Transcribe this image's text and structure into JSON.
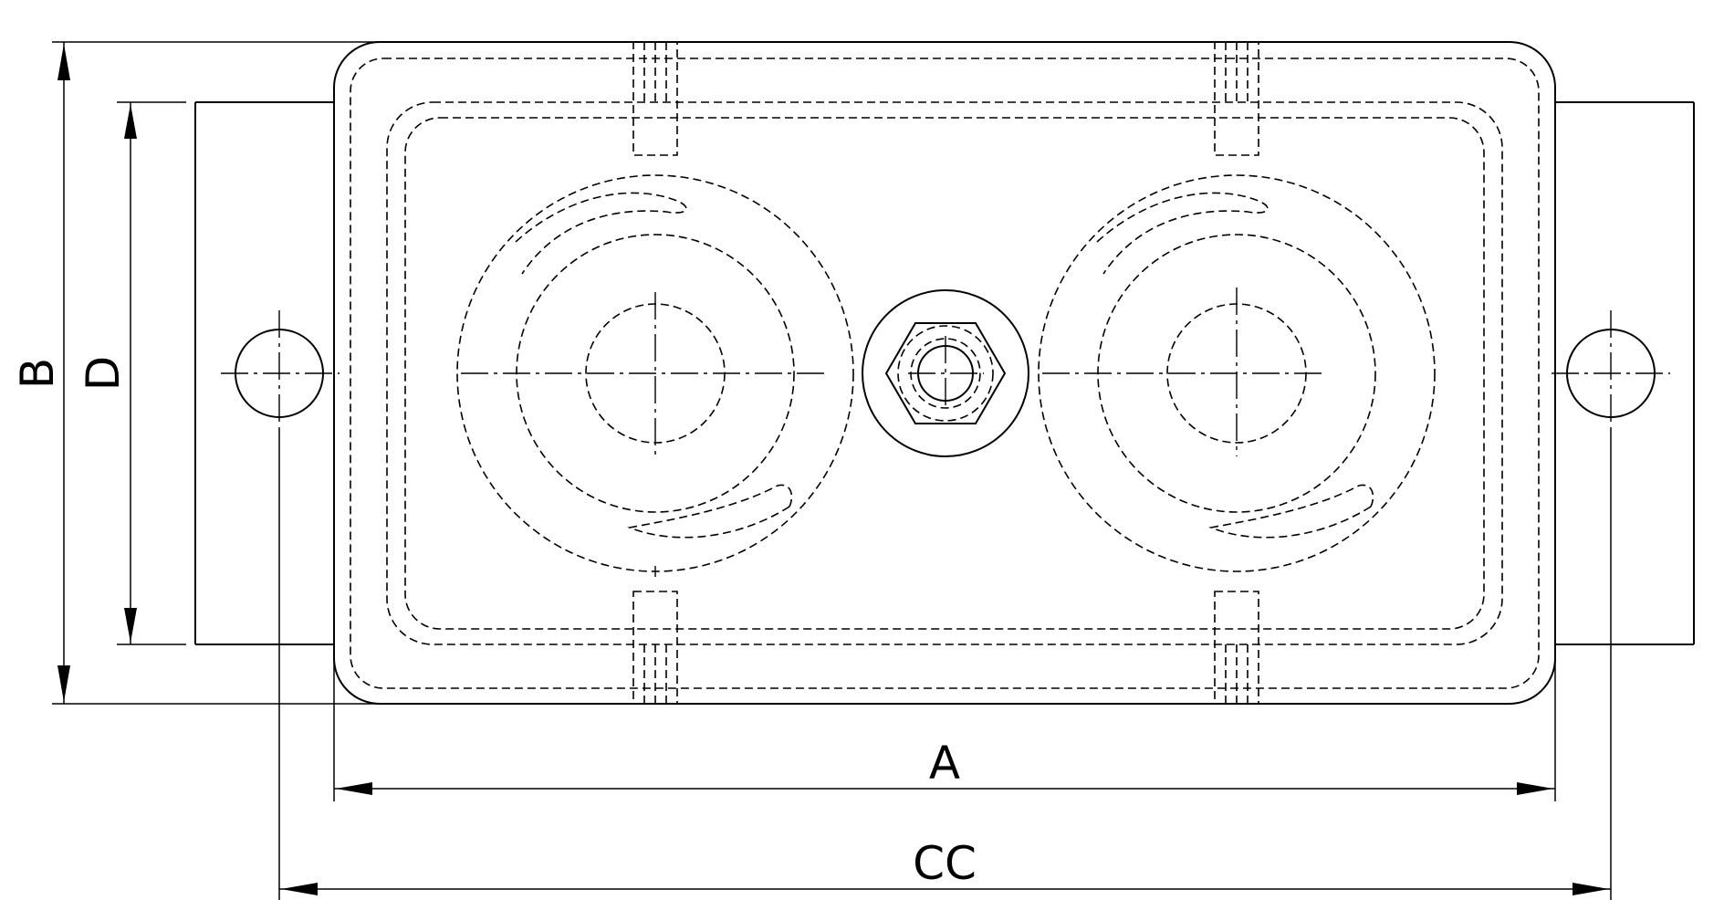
{
  "dimensions": {
    "a": "A",
    "b": "B",
    "cc": "CC",
    "d": "D"
  },
  "colors": {
    "line": "#000000",
    "background": "#ffffff"
  }
}
